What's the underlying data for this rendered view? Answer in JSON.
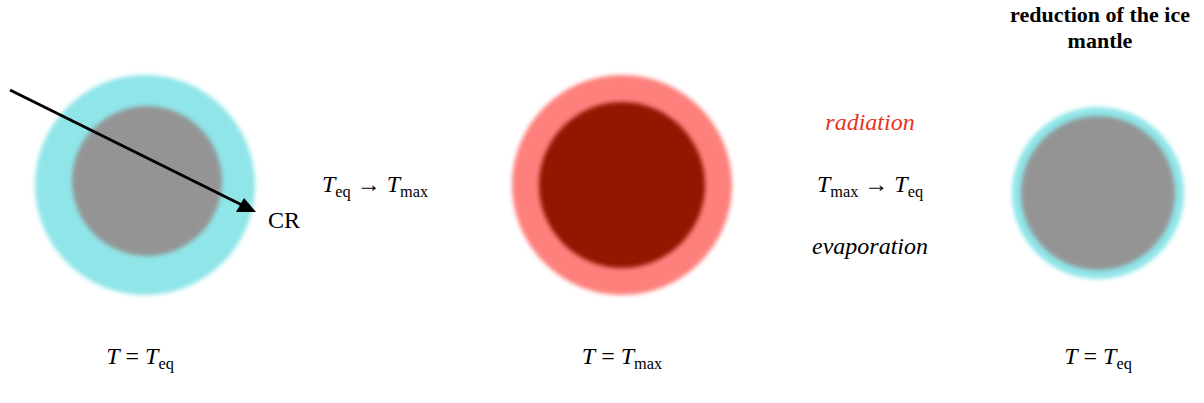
{
  "diagram": {
    "nodes": [
      {
        "text": [
          "T = Teq"
        ]
      },
      {
        "text": [
          "T = Tmax"
        ]
      },
      {
        "text": [
          "reduction of the ice mantle",
          "T = Teq"
        ]
      }
    ],
    "labels": [
      "Teq → Tmax",
      "radiation",
      "Tmax → Teq",
      "evaporation",
      "CR"
    ]
  }
}
